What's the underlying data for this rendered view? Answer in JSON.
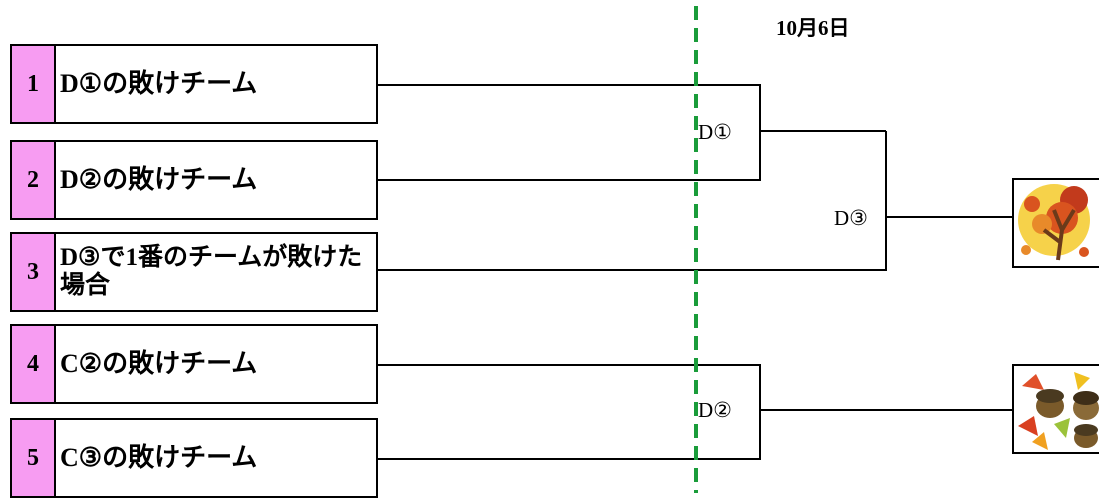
{
  "header": {
    "date": "10月6日"
  },
  "entries": [
    {
      "seed": "1",
      "team": "D①の敗けチーム"
    },
    {
      "seed": "2",
      "team": "D②の敗けチーム"
    },
    {
      "seed": "3",
      "team": "D③で1番のチームが敗けた場合"
    },
    {
      "seed": "4",
      "team": "C②の敗けチーム"
    },
    {
      "seed": "5",
      "team": "C③の敗けチーム"
    }
  ],
  "matches": {
    "d1": "D①",
    "d2": "D②",
    "d3": "D③"
  },
  "icons": {
    "autumn_tree": "autumn-tree-icon",
    "acorn_leaves": "acorns-leaves-icon"
  },
  "colors": {
    "seed_fill": "#f79cf2",
    "divider": "#1a9c3a"
  }
}
